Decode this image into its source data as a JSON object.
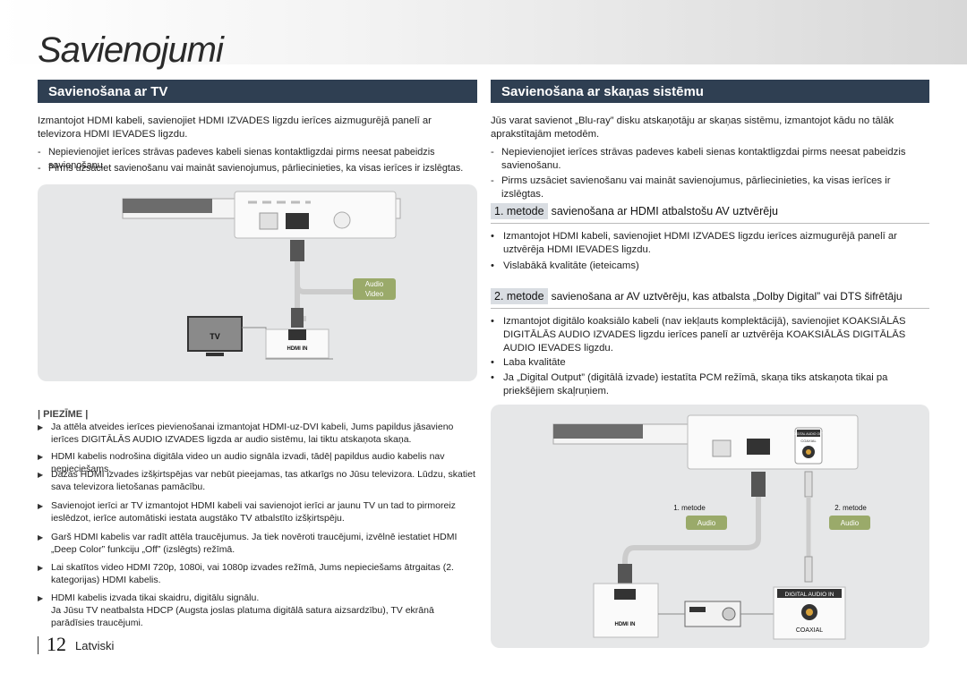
{
  "page": {
    "title": "Savienojumi",
    "page_number": "12",
    "language": "Latviski"
  },
  "left": {
    "heading": "Savienošana ar TV",
    "intro": "Izmantojot HDMI kabeli, savienojiet HDMI IZVADES ligzdu ierīces aizmugurējā panelī ar televizora HDMI IEVADES ligzdu.",
    "dashes": [
      "Nepievienojiet ierīces strāvas padeves kabeli sienas kontaktligzdai pirms neesat pabeidzis savienošanu.",
      "Pirms uzsāciet savienošanu vai maināt savienojumus, pārliecinieties, ka visas ierīces ir izslēgtas."
    ],
    "diagram": {
      "audio": "Audio",
      "video": "Video",
      "tv": "TV",
      "hdmi_in": "HDMI IN"
    },
    "note_title": "| PIEZĪME |",
    "notes": [
      "Ja attēla atveides ierīces pievienošanai izmantojat HDMI-uz-DVI kabeli, Jums papildus jāsavieno ierīces DIGITĀLĀS AUDIO IZVADES ligzda ar audio sistēmu, lai tiktu atskaņota skaņa.",
      "HDMI kabelis nodrošina digitāla video un audio signāla izvadi, tādēļ papildus audio kabelis nav nepieciešams.",
      "Dažas HDMI izvades izšķirtspējas var nebūt pieejamas, tas atkarīgs no Jūsu televizora. Lūdzu, skatiet sava televizora lietošanas pamācību.",
      "Savienojot ierīci ar TV izmantojot HDMI kabeli vai savienojot ierīci ar jaunu TV un tad to pirmoreiz ieslēdzot, ierīce automātiski iestata augstāko TV atbalstīto izšķirtspēju.",
      "Garš HDMI kabelis var radīt attēla traucējumus. Ja tiek novēroti traucējumi, izvēlnē iestatiet HDMI „Deep Color” funkciju „Off” (izslēgts) režīmā.",
      "Lai skatītos video HDMI 720p, 1080i, vai 1080p izvades režīmā, Jums nepieciešams ātrgaitas (2. kategorijas) HDMI kabelis.",
      "HDMI kabelis izvada tikai skaidru, digitālu signālu.\nJa Jūsu TV neatbalsta HDCP (Augsta joslas platuma digitālā satura aizsardzību), TV ekrānā parādīsies traucējumi."
    ]
  },
  "right": {
    "heading": "Savienošana ar skaņas sistēmu",
    "intro": "Jūs varat savienot „Blu-ray” disku atskaņotāju ar skaņas sistēmu, izmantojot kādu no tālāk aprakstītajām metodēm.",
    "dashes": [
      "Nepievienojiet ierīces strāvas padeves kabeli sienas kontaktligzdai pirms neesat pabeidzis savienošanu.",
      "Pirms uzsāciet savienošanu vai maināt savienojumus, pārliecinieties, ka visas ierīces ir izslēgtas."
    ],
    "method1": {
      "tag": "1. metode",
      "title": "savienošana ar HDMI atbalstošu AV uztvērēju",
      "bullets": [
        "Izmantojot HDMI kabeli, savienojiet HDMI IZVADES ligzdu ierīces aizmugurējā panelī ar uztvērēja HDMI IEVADES ligzdu.",
        "Vislabākā kvalitāte (ieteicams)"
      ]
    },
    "method2": {
      "tag": "2. metode",
      "title": "savienošana ar AV uztvērēju, kas atbalsta „Dolby Digital” vai DTS šifrētāju",
      "bullets": [
        "Izmantojot digitālo koaksiālo kabeli (nav iekļauts komplektācijā), savienojiet KOAKSIĀLĀS DIGITĀLĀS AUDIO IZVADES ligzdu ierīces panelī ar uztvērēja KOAKSIĀLĀS DIGITĀLĀS AUDIO IEVADES ligzdu.",
        "Laba kvalitāte",
        "Ja „Digital Output” (digitālā izvade) iestatīta PCM režīmā, skaņa tiks atskaņota tikai pa priekšējiem skaļruņiem."
      ]
    },
    "diagram": {
      "m1": "1. metode",
      "m2": "2. metode",
      "audio1": "Audio",
      "audio2": "Audio",
      "hdmi_in": "HDMI IN",
      "digital_in": "DIGITAL AUDIO IN",
      "coaxial": "COAXIAL",
      "digital_out": "DIGITAL AUDIO OUT",
      "coaxial_small": "COAXIAL"
    }
  }
}
